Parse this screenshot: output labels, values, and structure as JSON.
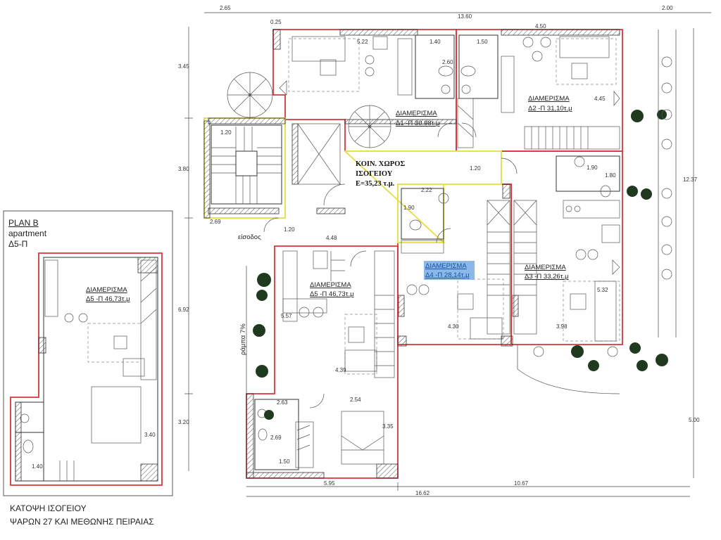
{
  "title": {
    "line1": "ΚΑΤΟΨΗ ΙΣΟΓΕΙΟΥ",
    "line2": "ΨΑΡΩΝ 27 ΚΑΙ ΜΕΘΩΝΗΣ ΠΕΙΡΑΙΑΣ"
  },
  "plan_b": {
    "heading": "PLAN B",
    "subtitle": "apartment",
    "unit": "Δ5-Π",
    "apt_label": "ΔΙΑΜΕΡΙΣΜΑ",
    "apt_area": "Δ5 -Π 46,73τ.μ",
    "dims": [
      "3.40",
      "1.40"
    ]
  },
  "apartments": [
    {
      "label": "ΔΙΑΜΕΡΙΣΜΑ",
      "area": "Δ1 -Π 30.98τ.μ"
    },
    {
      "label": "ΔΙΑΜΕΡΙΣΜΑ",
      "area": "Δ2 -Π 31,10τ.μ"
    },
    {
      "label": "ΔΙΑΜΕΡΙΣΜΑ",
      "area": "Δ3 -Π 33,26τ.μ"
    },
    {
      "label": "ΔΙΑΜΕΡΙΣΜΑ",
      "area": "Δ4 -Π 28,14τ.μ",
      "highlight": "#4a90d9"
    },
    {
      "label": "ΔΙΑΜΕΡΙΣΜΑ",
      "area": "Δ5 -Π 46,73τ.μ"
    }
  ],
  "common_area": {
    "line1": "ΚΟΙΝ. ΧΩΡΟΣ",
    "line2": "ΙΣΟΓΕΙΟΥ",
    "line3": "Ε=35,23 τ.μ."
  },
  "entrance": "είσοδος",
  "ramp": "ράμπα 7%",
  "outer_dims": {
    "top": [
      "2.65",
      "13.60",
      "2.00",
      "0.25",
      "4.50"
    ],
    "left": [
      "3.45",
      "3.80",
      "6.92",
      "3.20"
    ],
    "right": [
      "12.37",
      "5.00"
    ],
    "bottom": [
      "5.95",
      "10.67",
      "16.62"
    ]
  },
  "inner_dims": [
    "5.22",
    "1.40",
    "1.50",
    "2.60",
    "4.45",
    "1.20",
    "1.90",
    "1.80",
    "1.20",
    "2.69",
    "1.20",
    "4.48",
    "2.22",
    "1.90",
    "5.32",
    "4.30",
    "3.98",
    "5.57",
    "4.39",
    "2.63",
    "2.54",
    "3.35",
    "2.69",
    "1.50"
  ],
  "colors": {
    "apartment_outline": "#d8363d",
    "common_outline": "#e6e055",
    "vegetation": "#1f3a1f"
  }
}
